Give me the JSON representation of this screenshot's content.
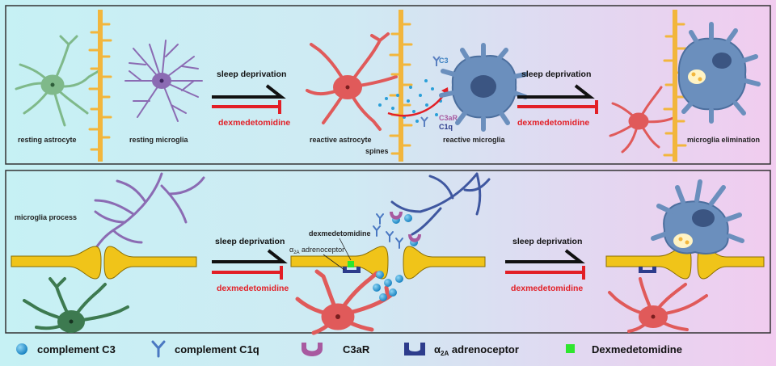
{
  "panel_top": {
    "resting_astrocyte": "resting astrocyte",
    "resting_microglia": "resting microglia",
    "sleep_deprivation_1": "sleep deprivation",
    "dexmedetomidine_1": "dexmedetomidine",
    "reactive_astrocyte": "reactive astrocyte",
    "spines": "spines",
    "c3": "C3",
    "c3ar": "C3aR",
    "c1q": "C1q",
    "reactive_microglia": "reactive microglia",
    "sleep_deprivation_2": "sleep deprivation",
    "dexmedetomidine_2": "dexmedetomidine",
    "microglia_elimination": "microglia elimination"
  },
  "panel_bottom": {
    "microglia_process": "microglia process",
    "sleep_deprivation_1": "sleep deprivation",
    "dexmedetomidine_1": "dexmedetomidine",
    "dexmedetomidine_label": "dexmedetomidine",
    "alpha2a_prefix": "α",
    "alpha2a_sub": "2A",
    "alpha2a_suffix": " adrenoceptor",
    "sleep_deprivation_2": "sleep deprivation",
    "dexmedetomidine_2": "dexmedetomidine"
  },
  "legend": {
    "complement_c3": "complement C3",
    "complement_c1q": "complement C1q",
    "c3ar": "C3aR",
    "alpha_prefix": "α",
    "alpha_sub": "2A",
    "alpha_suffix": " adrenoceptor",
    "dexmedetomidine": "Dexmedetomidine"
  },
  "colors": {
    "astro_green": "#7fb98a",
    "microglia_purple": "#8b6bb3",
    "reactive_red": "#e05a5a",
    "microglia_blue": "#6b8fbd",
    "spine_orange": "#f2b63c",
    "axon_yellow": "#f0c419",
    "c3_blue": "#2a9fd8",
    "c3ar_purple": "#a85aa0",
    "adreno_navy": "#2d3c8c",
    "dex_green": "#2ee62e",
    "inhibit_red": "#e21f26"
  }
}
